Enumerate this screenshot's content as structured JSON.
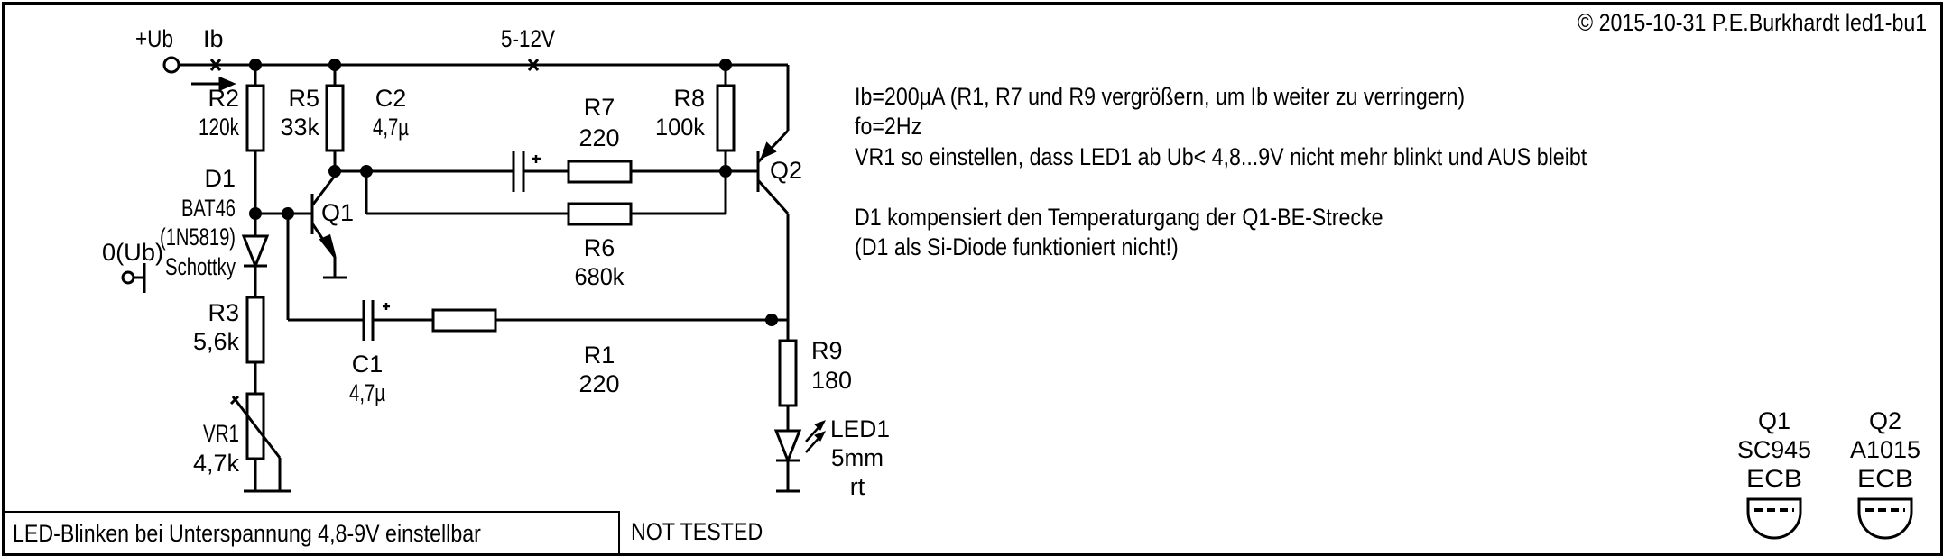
{
  "header": {
    "copyright": "© 2015-10-31 P.E.Burkhardt led1-bu1"
  },
  "supply": {
    "plus_terminal": "+Ub",
    "current_label": "Ib",
    "voltage_range": "5-12V",
    "ground_terminal": "0(Ub)"
  },
  "components": {
    "R2": {
      "ref": "R2",
      "value": "120k"
    },
    "R5": {
      "ref": "R5",
      "value": "33k"
    },
    "C2": {
      "ref": "C2",
      "value": "4,7µ"
    },
    "R7": {
      "ref": "R7",
      "value": "220"
    },
    "R8": {
      "ref": "R8",
      "value": "100k"
    },
    "R6": {
      "ref": "R6",
      "value": "680k"
    },
    "D1": {
      "ref": "D1",
      "part": "BAT46",
      "alt": "(1N5819)",
      "type": "Schottky"
    },
    "Q1": {
      "ref": "Q1"
    },
    "Q2": {
      "ref": "Q2"
    },
    "R3": {
      "ref": "R3",
      "value": "5,6k"
    },
    "VR1": {
      "ref": "VR1",
      "value": "4,7k"
    },
    "C1": {
      "ref": "C1",
      "value": "4,7µ"
    },
    "R1": {
      "ref": "R1",
      "value": "220"
    },
    "R9": {
      "ref": "R9",
      "value": "180"
    },
    "LED1": {
      "ref": "LED1",
      "size": "5mm",
      "color": "rt"
    }
  },
  "notes": [
    "Ib=200µA (R1, R7 und R9 vergrößern, um Ib weiter zu verringern)",
    "fo=2Hz",
    "VR1 so einstellen, dass LED1 ab Ub< 4,8...9V nicht mehr blinkt und AUS bleibt",
    "D1 kompensiert den Temperaturgang der Q1-BE-Strecke",
    "(D1 als Si-Diode funktioniert nicht!)"
  ],
  "pinouts": [
    {
      "ref": "Q1",
      "part": "SC945",
      "pins": "ECB"
    },
    {
      "ref": "Q2",
      "part": "A1015",
      "pins": "ECB"
    }
  ],
  "footer": {
    "title": "LED-Blinken bei Unterspannung 4,8-9V einstellbar",
    "status": "NOT TESTED"
  }
}
